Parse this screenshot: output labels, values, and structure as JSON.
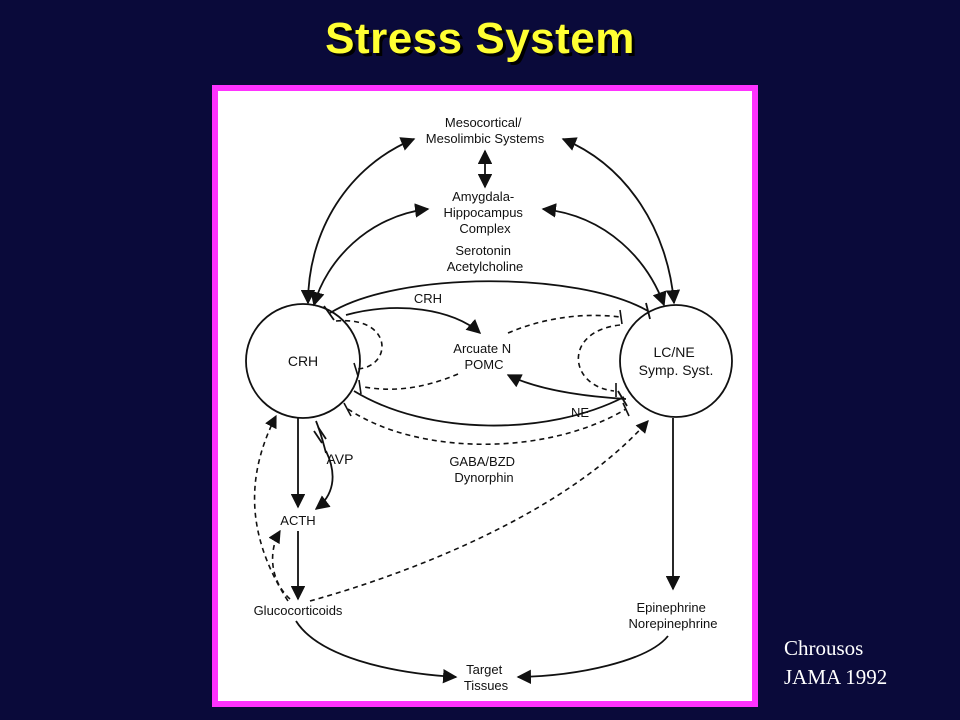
{
  "title": "Stress System",
  "citation": {
    "line1": "Chrousos",
    "line2": "JAMA 1992"
  },
  "diagram": {
    "nodes": {
      "mesocortical": [
        "Mesocortical/",
        "Mesolimbic Systems"
      ],
      "amygdala": [
        "Amygdala-",
        "Hippocampus",
        "Complex"
      ],
      "serotonin": [
        "Serotonin",
        "Acetylcholine"
      ],
      "crh_circle": "CRH",
      "lc_ne": [
        "LC/NE",
        "Symp. Syst."
      ],
      "arcuate": [
        "Arcuate N",
        "POMC"
      ],
      "crh_edge": "CRH",
      "ne_edge": "NE",
      "avp": "AVP",
      "gaba": [
        "GABA/BZD",
        "Dynorphin"
      ],
      "acth": "ACTH",
      "glucocorticoids": "Glucocorticoids",
      "epinephrine": [
        "Epinephrine",
        "Norepinephrine"
      ],
      "target": [
        "Target",
        "Tissues"
      ]
    }
  }
}
